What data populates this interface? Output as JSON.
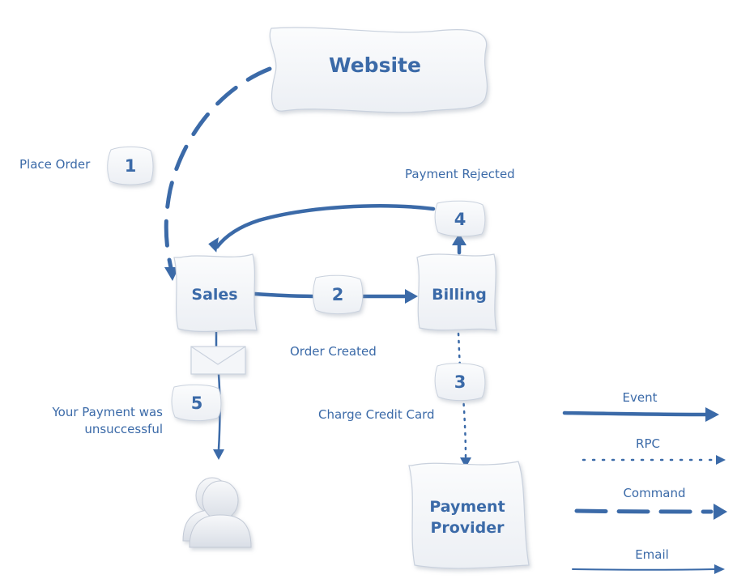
{
  "nodes": {
    "website": "Website",
    "sales": "Sales",
    "billing": "Billing",
    "payment_provider_line1": "Payment",
    "payment_provider_line2": "Provider"
  },
  "steps": [
    "1",
    "2",
    "3",
    "4",
    "5"
  ],
  "labels": {
    "place_order": "Place Order",
    "order_created": "Order Created",
    "charge_credit_card": "Charge Credit Card",
    "payment_rejected": "Payment Rejected",
    "your_payment_line1": "Your Payment was",
    "your_payment_line2": "unsuccessful"
  },
  "legend": {
    "event": "Event",
    "rpc": "RPC",
    "command": "Command",
    "email": "Email"
  },
  "colors": {
    "accent": "#3b6aa8",
    "box_fill": "#f5f6f9",
    "box_stroke": "#c9d1dd"
  },
  "icons": {
    "email": "envelope-icon",
    "user": "user-group-icon"
  }
}
